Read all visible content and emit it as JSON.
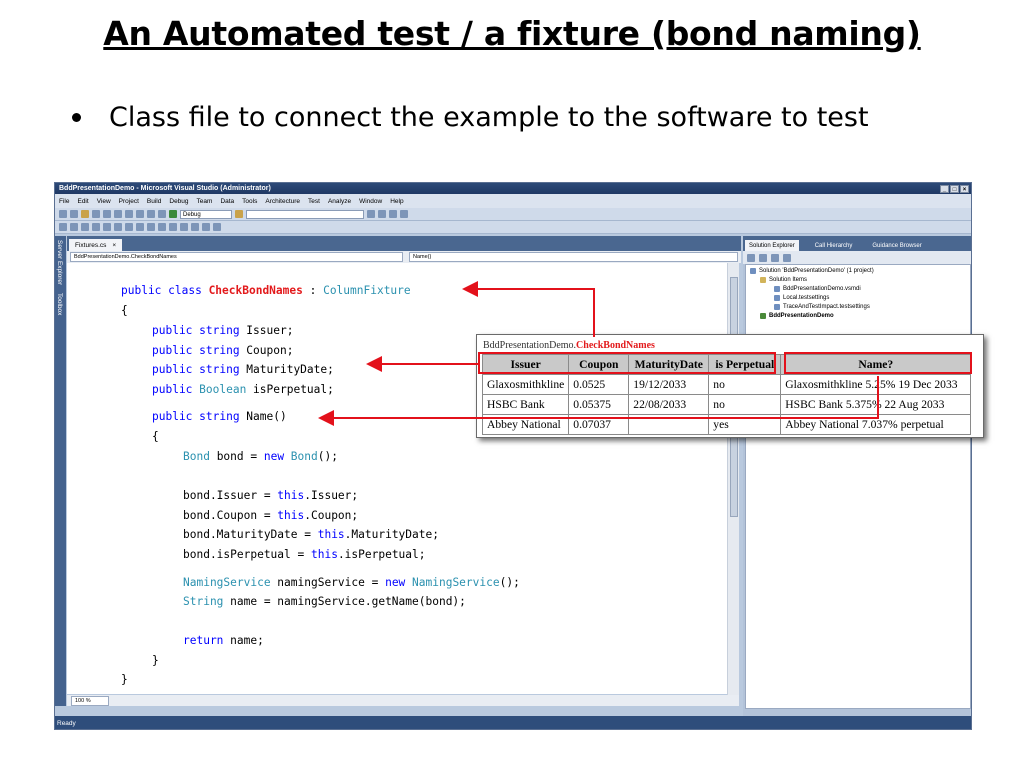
{
  "slide": {
    "title": "An Automated test / a fixture (bond naming)",
    "bullet": "Class file to connect the example to the software to test"
  },
  "window": {
    "title": "BddPresentationDemo - Microsoft Visual Studio (Administrator)",
    "menu": [
      "File",
      "Edit",
      "View",
      "Project",
      "Build",
      "Debug",
      "Team",
      "Data",
      "Tools",
      "Architecture",
      "Test",
      "Analyze",
      "Window",
      "Help"
    ],
    "config_select": "Debug",
    "sidebar_tabs": [
      "Server Explorer",
      "Toolbox"
    ],
    "doc_tab": "Fixtures.cs",
    "nav_class": "BddPresentationDemo.CheckBondNames",
    "nav_member": "Name()",
    "zoom": "100 %",
    "status": "Ready"
  },
  "solution_explorer": {
    "tabs": [
      "Solution Explorer",
      "Call Hierarchy",
      "Guidance Browser"
    ],
    "items": [
      "Solution 'BddPresentationDemo' (1 project)",
      "Solution Items",
      "BddPresentationDemo.vsmdi",
      "Local.testsettings",
      "TraceAndTestImpact.testsettings",
      "BddPresentationDemo"
    ]
  },
  "code": {
    "l1": {
      "kw": "public class ",
      "name": "CheckBondNames",
      "sep": " : ",
      "base": "ColumnFixture"
    },
    "l2": "{",
    "l3": {
      "kw": "public string ",
      "id": "Issuer;"
    },
    "l4": {
      "kw": "public string ",
      "id": "Coupon;"
    },
    "l5": {
      "kw": "public string ",
      "id": "MaturityDate;"
    },
    "l6": {
      "kw": "public ",
      "ty": "Boolean",
      "id": " isPerpetual;"
    },
    "l7": {
      "kw": "public string ",
      "id": "Name()"
    },
    "l8": "{",
    "l9": {
      "ty": "Bond",
      "a": " bond = ",
      "kw": "new ",
      "ty2": "Bond",
      "b": "();"
    },
    "l10": {
      "a": "bond.Issuer = ",
      "kw": "this",
      "b": ".Issuer;"
    },
    "l11": {
      "a": "bond.Coupon = ",
      "kw": "this",
      "b": ".Coupon;"
    },
    "l12": {
      "a": "bond.MaturityDate = ",
      "kw": "this",
      "b": ".MaturityDate;"
    },
    "l13": {
      "a": "bond.isPerpetual = ",
      "kw": "this",
      "b": ".isPerpetual;"
    },
    "l14": {
      "ty": "NamingService",
      "a": " namingService = ",
      "kw": "new ",
      "ty2": "NamingService",
      "b": "();"
    },
    "l15": {
      "ty": "String",
      "a": " name = namingService.getName(bond);"
    },
    "l16": {
      "kw": "return ",
      "a": "name;"
    },
    "l17": "}",
    "l18": "}"
  },
  "fit_table": {
    "caption_prefix": "BddPresentationDemo.",
    "caption_class": "CheckBondNames",
    "headers": [
      "Issuer",
      "Coupon",
      "MaturityDate",
      "is Perpetual",
      "Name?"
    ],
    "rows": [
      [
        "Glaxosmithkline",
        "0.0525",
        "19/12/2033",
        "no",
        "Glaxosmithkline 5.25% 19 Dec 2033"
      ],
      [
        "HSBC Bank",
        "0.05375",
        "22/08/2033",
        "no",
        "HSBC Bank 5.375% 22 Aug 2033"
      ],
      [
        "Abbey National",
        "0.07037",
        "",
        "yes",
        "Abbey National 7.037% perpetual"
      ]
    ]
  },
  "colors": {
    "keyword": "#0000ff",
    "type": "#2b91af",
    "highlight": "#e31a1c"
  }
}
